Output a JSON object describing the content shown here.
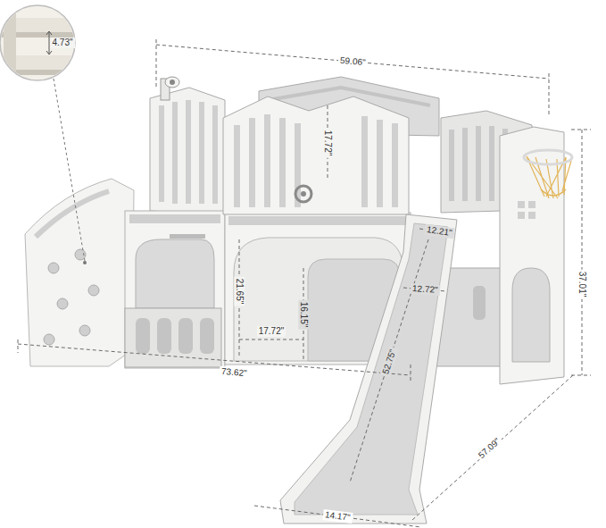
{
  "diagram": {
    "labels": [
      "4.73\"",
      "59.06\"",
      "17.72\"",
      "12.21\"",
      "12.72\"",
      "21.65\"",
      "16.15\"",
      "17.72\"",
      "73.62\"",
      "52.75\"",
      "37.01\"",
      "57.09\"",
      "14.17\""
    ]
  }
}
